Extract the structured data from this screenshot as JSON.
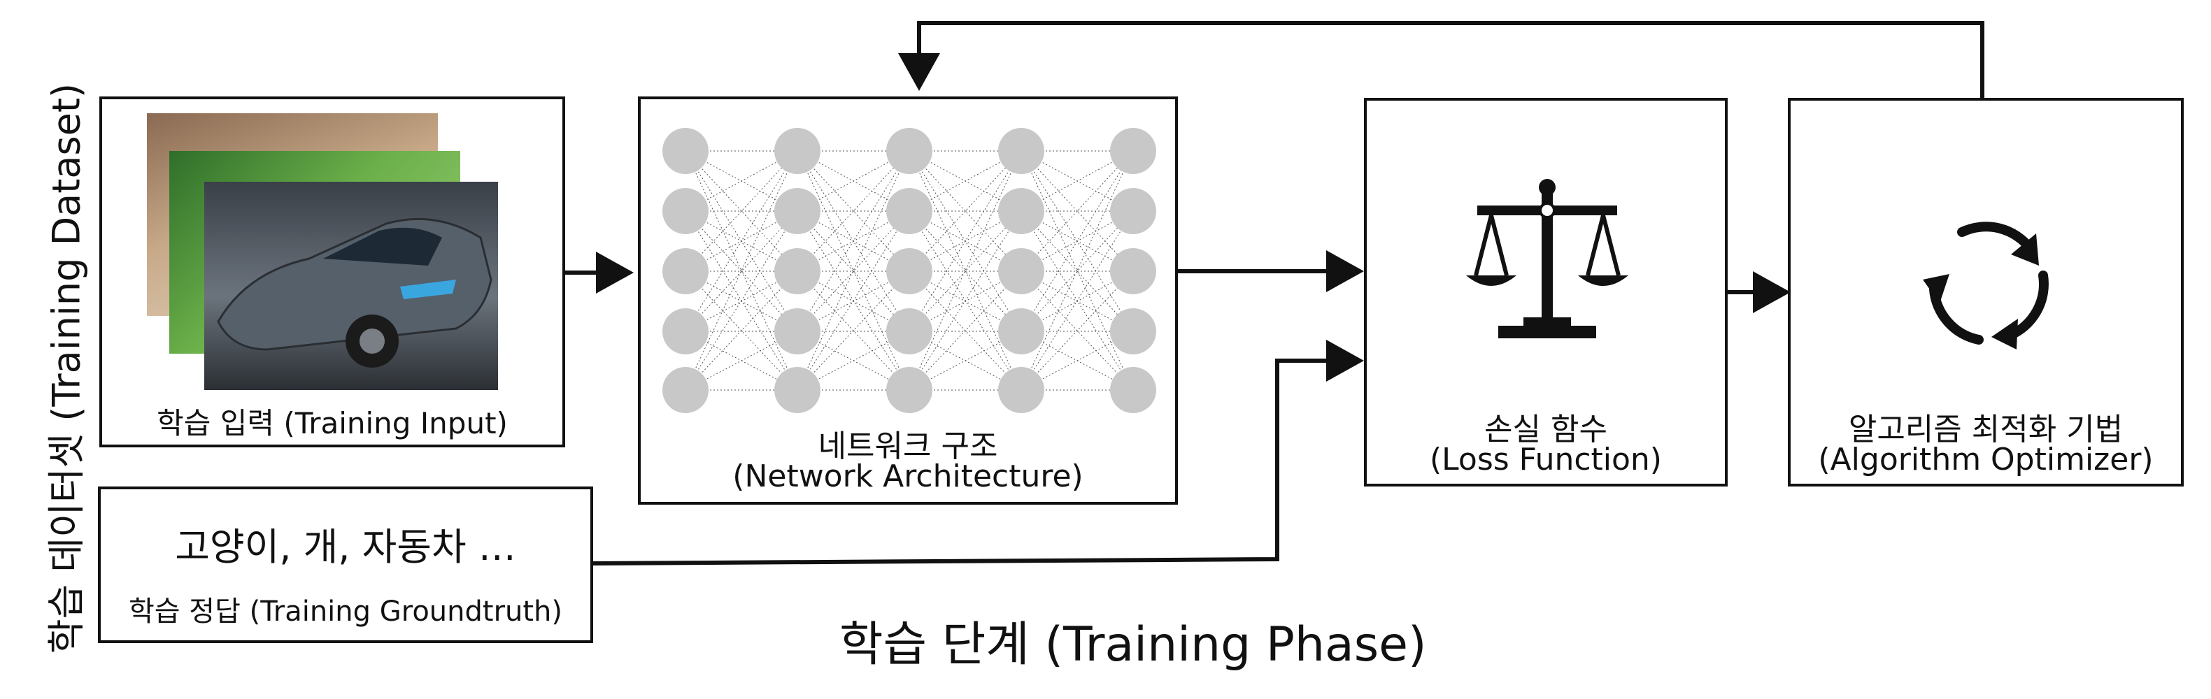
{
  "side_label": "학습 데이터셋 (Training Dataset)",
  "phase_title": "학습 단계 (Training Phase)",
  "input_box": {
    "label": "학습 입력 (Training Input)"
  },
  "groundtruth_box": {
    "classes": "고양이, 개, 자동차 …",
    "label": "학습 정답 (Training Groundtruth)"
  },
  "network_box": {
    "label_ko": "네트워크 구조",
    "label_en": "(Network Architecture)"
  },
  "loss_box": {
    "label_ko": "손실 함수",
    "label_en": "(Loss Function)",
    "icon": "balance-scale-icon"
  },
  "optimizer_box": {
    "label_ko": "알고리즘 최적화 기법",
    "label_en": "(Algorithm Optimizer)",
    "icon": "cycle-arrows-icon"
  },
  "colors": {
    "line": "#111111",
    "node": "#c8c8c8",
    "edge": "#555555"
  }
}
